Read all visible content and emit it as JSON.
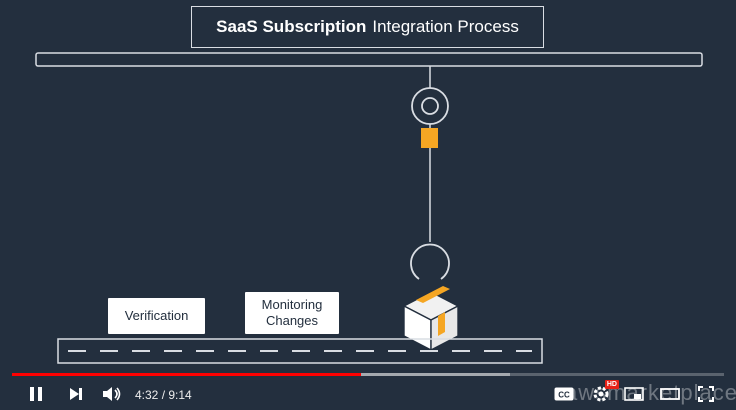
{
  "video": {
    "title_bold": "SaaS Subscription",
    "title_rest": "Integration Process",
    "labels": {
      "verification": "Verification",
      "monitoring": "Monitoring Changes"
    },
    "colors": {
      "background": "#232f3e",
      "accent_orange": "#f5a623",
      "line": "#d9dde3"
    }
  },
  "player": {
    "current_time": "4:32",
    "separator": " / ",
    "duration": "9:14",
    "progress_played_fraction": 0.49,
    "progress_loaded_fraction": 0.7,
    "hd_badge": "HD",
    "watermark": "awsmarketplace",
    "icons": {
      "pause": "pause-icon",
      "next": "next-icon",
      "volume": "volume-icon",
      "captions": "cc-icon",
      "settings": "gear-icon",
      "miniplayer": "miniplayer-icon",
      "theater": "theater-icon",
      "fullscreen": "fullscreen-icon"
    }
  }
}
